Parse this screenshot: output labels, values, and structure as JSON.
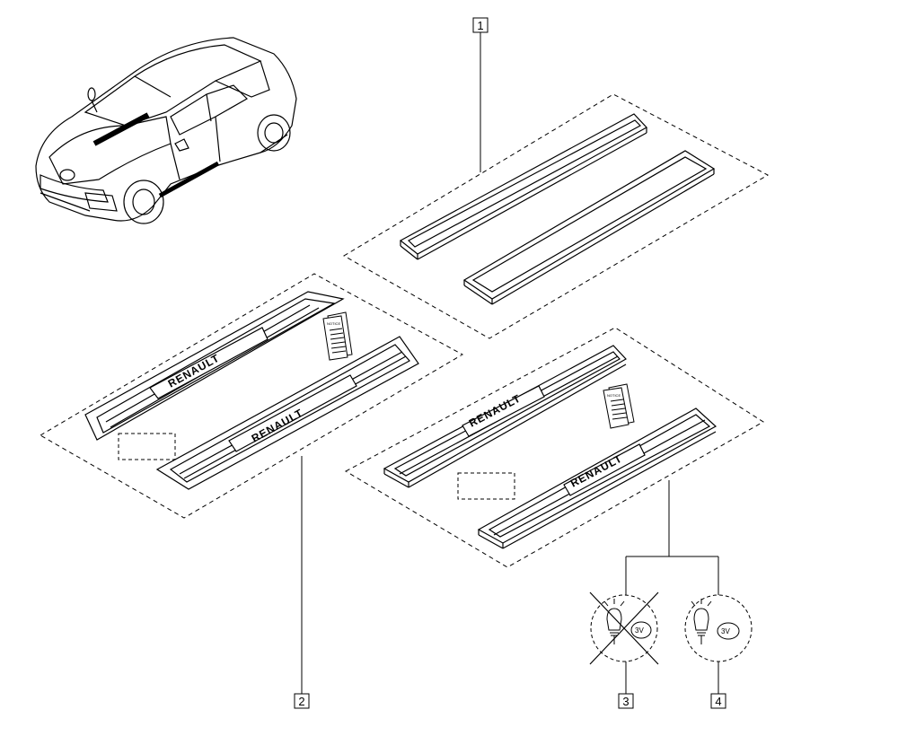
{
  "callouts": [
    {
      "id": "1",
      "label": "1"
    },
    {
      "id": "2",
      "label": "2"
    },
    {
      "id": "3",
      "label": "3"
    },
    {
      "id": "4",
      "label": "4"
    }
  ],
  "sill_brand": "RENAULT",
  "notice_label": "NOTICE",
  "bulb_voltage": "3V",
  "colors": {
    "line": "#000000",
    "background": "#ffffff",
    "fill_light": "#f2f2f2"
  }
}
